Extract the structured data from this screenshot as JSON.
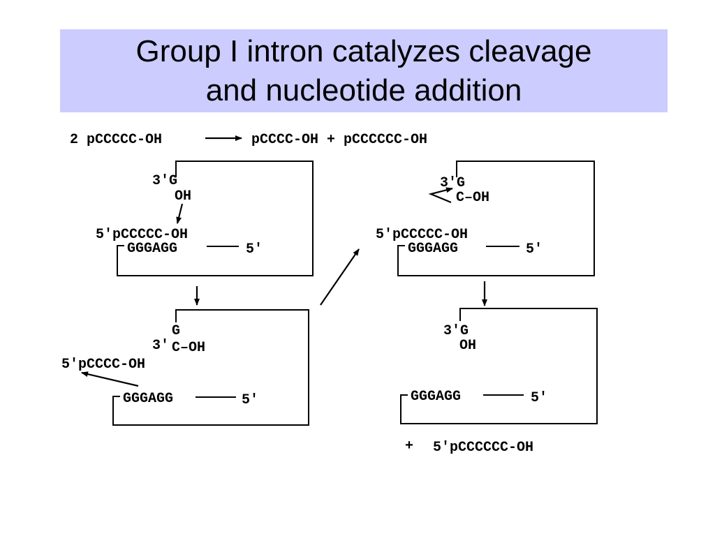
{
  "slide": {
    "title_line1": "Group I intron catalyzes cleavage",
    "title_line2": "and nucleotide addition",
    "colors": {
      "title_band": "#ccccff",
      "text": "#000000",
      "background": "#ffffff"
    }
  },
  "equation": {
    "reactant": "2 pCCCCC-OH",
    "products": "pCCCC-OH + pCCCCCC-OH"
  },
  "panel1": {
    "g_end": "3'G",
    "oh": "OH",
    "substrate": "5'pCCCCC-OH",
    "igs": "GGGAGG",
    "five_prime": "5'"
  },
  "panel2": {
    "g_end": "3'G",
    "c_oh": "C–OH",
    "substrate": "5'pCCCCC-OH",
    "igs": "GGGAGG",
    "five_prime": "5'"
  },
  "panel3": {
    "g": "G",
    "three_prime": "3'",
    "c_oh": "C–OH",
    "product": "5'pCCCC-OH",
    "igs": "GGGAGG",
    "five_prime": "5'"
  },
  "panel4": {
    "g_end": "3'G",
    "oh": "OH",
    "igs": "GGGAGG",
    "five_prime": "5'",
    "plus": "+",
    "product": "5'pCCCCCC-OH"
  }
}
